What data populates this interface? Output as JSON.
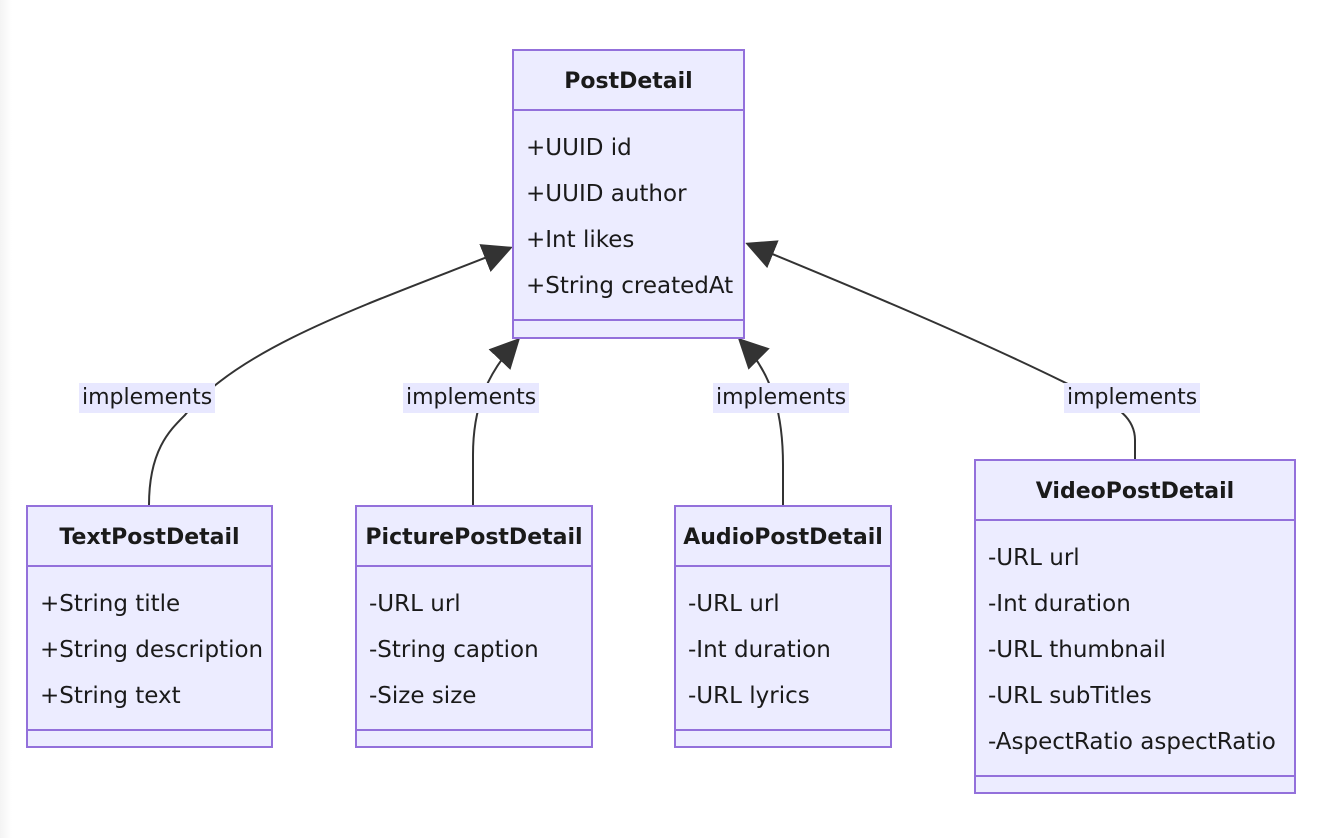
{
  "classes": {
    "post_detail": {
      "name": "PostDetail",
      "attributes": [
        "+UUID id",
        "+UUID author",
        "+Int likes",
        "+String createdAt"
      ]
    },
    "text_post_detail": {
      "name": "TextPostDetail",
      "attributes": [
        "+String title",
        "+String description",
        "+String text"
      ]
    },
    "picture_post_detail": {
      "name": "PicturePostDetail",
      "attributes": [
        "-URL url",
        "-String caption",
        "-Size size"
      ]
    },
    "audio_post_detail": {
      "name": "AudioPostDetail",
      "attributes": [
        "-URL url",
        "-Int duration",
        "-URL lyrics"
      ]
    },
    "video_post_detail": {
      "name": "VideoPostDetail",
      "attributes": [
        "-URL url",
        "-Int duration",
        "-URL thumbnail",
        "-URL subTitles",
        "-AspectRatio aspectRatio"
      ]
    }
  },
  "relations": [
    {
      "from": "TextPostDetail",
      "to": "PostDetail",
      "label": "implements"
    },
    {
      "from": "PicturePostDetail",
      "to": "PostDetail",
      "label": "implements"
    },
    {
      "from": "AudioPostDetail",
      "to": "PostDetail",
      "label": "implements"
    },
    {
      "from": "VideoPostDetail",
      "to": "PostDetail",
      "label": "implements"
    }
  ],
  "colors": {
    "box_fill": "#ececff",
    "box_border": "#9370db",
    "edge": "#333333",
    "label_bg": "#e8e8ff"
  }
}
